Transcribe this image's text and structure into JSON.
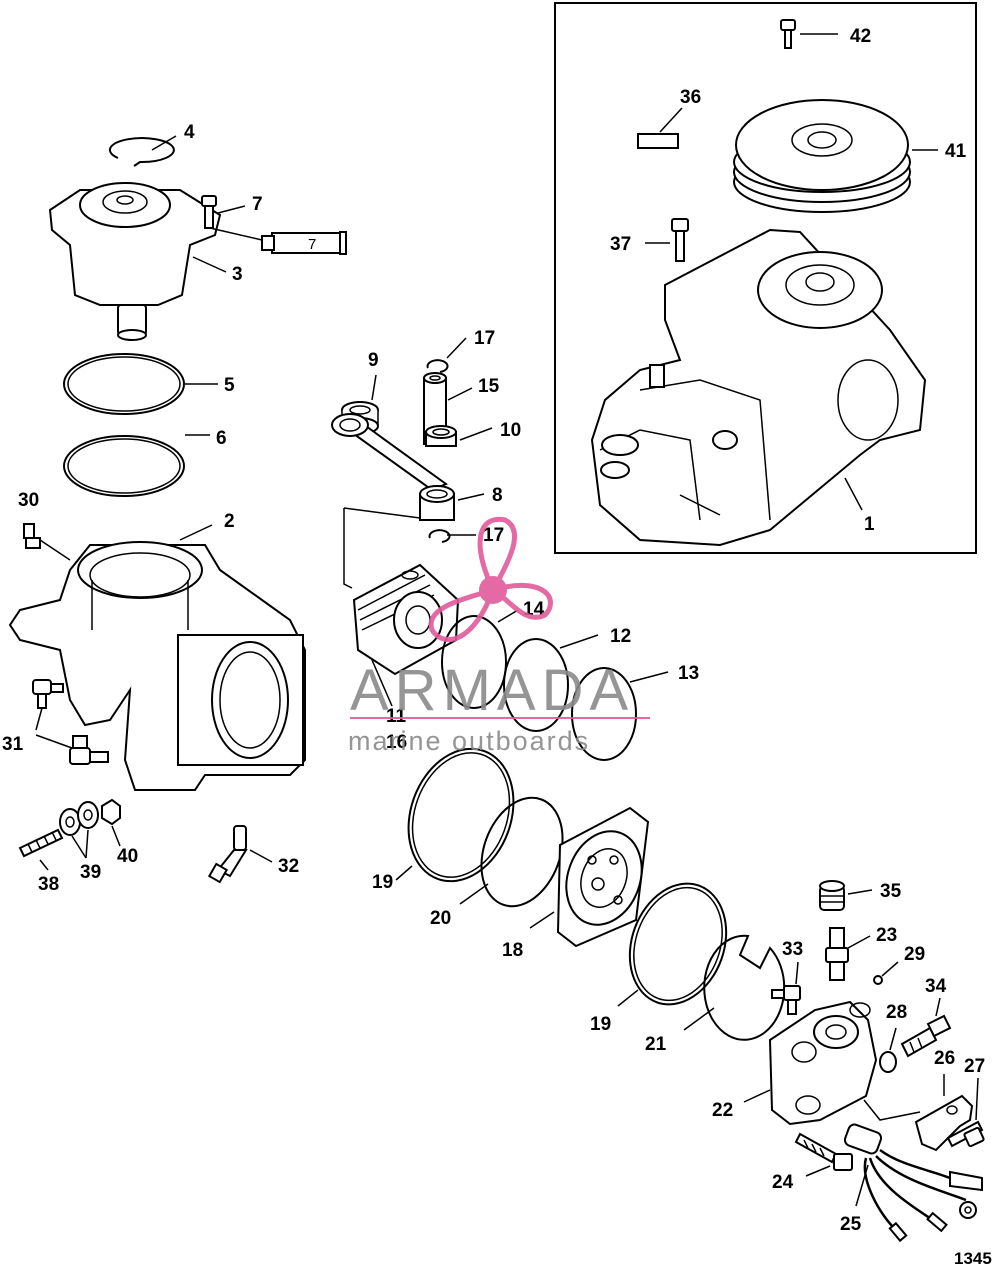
{
  "figure_id": "1345",
  "tube_label": "7",
  "watermark": {
    "brand": "ARMADA",
    "tagline": "marine outboards",
    "accent": "#e05a9b"
  },
  "labels": {
    "l1": "1",
    "l2": "2",
    "l3": "3",
    "l4": "4",
    "l5": "5",
    "l6": "6",
    "l7": "7",
    "l8": "8",
    "l9": "9",
    "l10": "10",
    "l11": "11",
    "l12": "12",
    "l13": "13",
    "l14": "14",
    "l15": "15",
    "l16": "16",
    "l17a": "17",
    "l17b": "17",
    "l18": "18",
    "l19a": "19",
    "l19b": "19",
    "l20": "20",
    "l21": "21",
    "l22": "22",
    "l23": "23",
    "l24": "24",
    "l25": "25",
    "l26": "26",
    "l27": "27",
    "l28": "28",
    "l29": "29",
    "l30": "30",
    "l31": "31",
    "l32": "32",
    "l33": "33",
    "l34": "34",
    "l35": "35",
    "l36": "36",
    "l37": "37",
    "l38": "38",
    "l39": "39",
    "l40": "40",
    "l41": "41",
    "l42": "42"
  }
}
